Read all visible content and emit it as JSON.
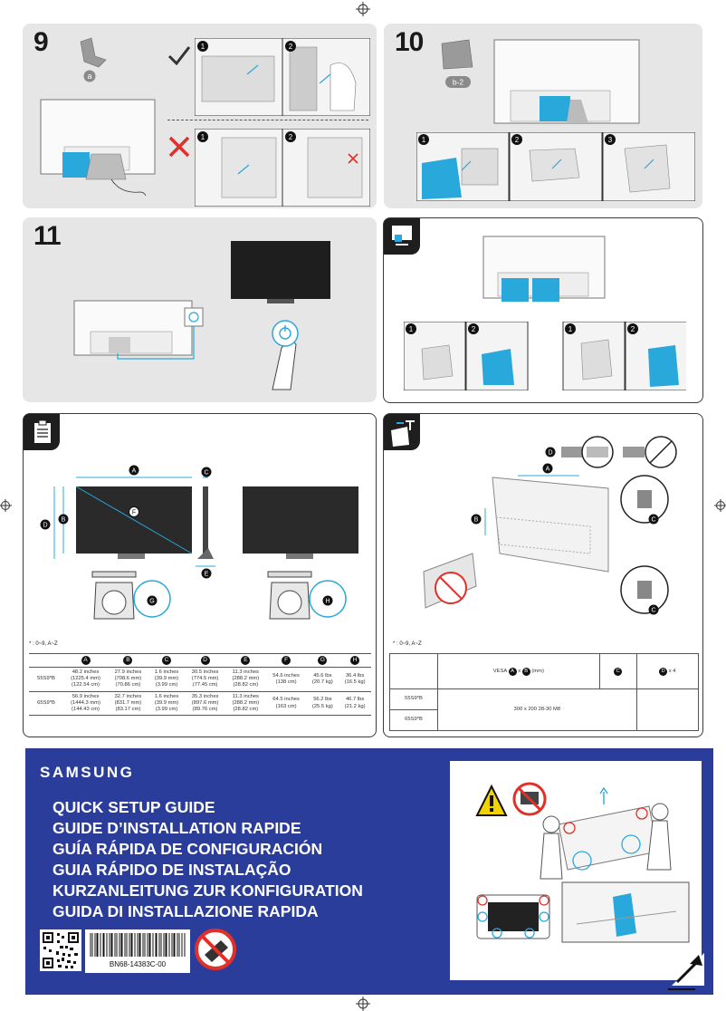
{
  "steps": {
    "s9": {
      "number": "9",
      "part": "a"
    },
    "s10": {
      "number": "10",
      "part": "b-2"
    },
    "s11": {
      "number": "11"
    }
  },
  "substep_labels": [
    "1",
    "2",
    "3"
  ],
  "dims_panel": {
    "note": "* : 0~9, A~Z",
    "letters": {
      "a": "A",
      "b": "B",
      "c": "C",
      "d": "D",
      "e": "E",
      "f": "F",
      "g": "G",
      "h": "H"
    },
    "table": {
      "headers": [
        "A",
        "B",
        "C",
        "D",
        "E",
        "F",
        "G",
        "H"
      ],
      "rows": [
        {
          "model": "55S9*B",
          "cells": [
            "48.2 inches\n(1225.4 mm)\n(122.54 cm)",
            "27.9 inches\n(708.6 mm)\n(70.86 cm)",
            "1.6 inches\n(39.9 mm)\n(3.99 cm)",
            "30.5 inches\n(774.5 mm)\n(77.45 cm)",
            "11.3 inches\n(288.2 mm)\n(28.82 cm)",
            "54.6 inches\n(138 cm)",
            "45.6 lbs\n(20.7 kg)",
            "36.4 lbs\n(16.5 kg)"
          ]
        },
        {
          "model": "65S9*B",
          "cells": [
            "56.9 inches\n(1444.3 mm)\n(144.43 cm)",
            "32.7 inches\n(831.7 mm)\n(83.17 cm)",
            "1.6 inches\n(39.9 mm)\n(3.99 cm)",
            "35.3 inches\n(897.6 mm)\n(89.76 cm)",
            "11.3 inches\n(288.2 mm)\n(28.82 cm)",
            "64.5 inches\n(163 cm)",
            "56.2 lbs\n(25.5 kg)",
            "46.7 lbs\n(21.2 kg)"
          ]
        }
      ]
    }
  },
  "wall_panel": {
    "note": "* : 0~9, A~Z",
    "letters": {
      "a": "A",
      "b": "B",
      "c": "C",
      "d": "D"
    },
    "table": {
      "vesa_prefix": "VESA",
      "vesa_a": "A",
      "vesa_x": "x",
      "vesa_b": "B",
      "vesa_suffix": "(mm)",
      "col_c": "C",
      "col_d": "D",
      "col_d_suffix": "x 4",
      "rows": [
        "55S9*B",
        "65S9*B"
      ],
      "spec": "300 x 200   28-30   M8"
    }
  },
  "cover": {
    "brand": "SAMSUNG",
    "titles": [
      "QUICK SETUP GUIDE",
      "GUIDE D’INSTALLATION RAPIDE",
      "GUÍA RÁPIDA DE CONFIGURACIÓN",
      "GUIA RÁPIDO DE INSTALAÇÃO",
      "KURZANLEITUNG ZUR KONFIGURATION",
      "GUIDA DI INSTALLAZIONE RAPIDA"
    ],
    "barcode_text": "BN68-14383C-00"
  },
  "colors": {
    "accent": "#29a8dc",
    "cover_blue": "#2b3d9b",
    "warning_red": "#e0302a"
  }
}
